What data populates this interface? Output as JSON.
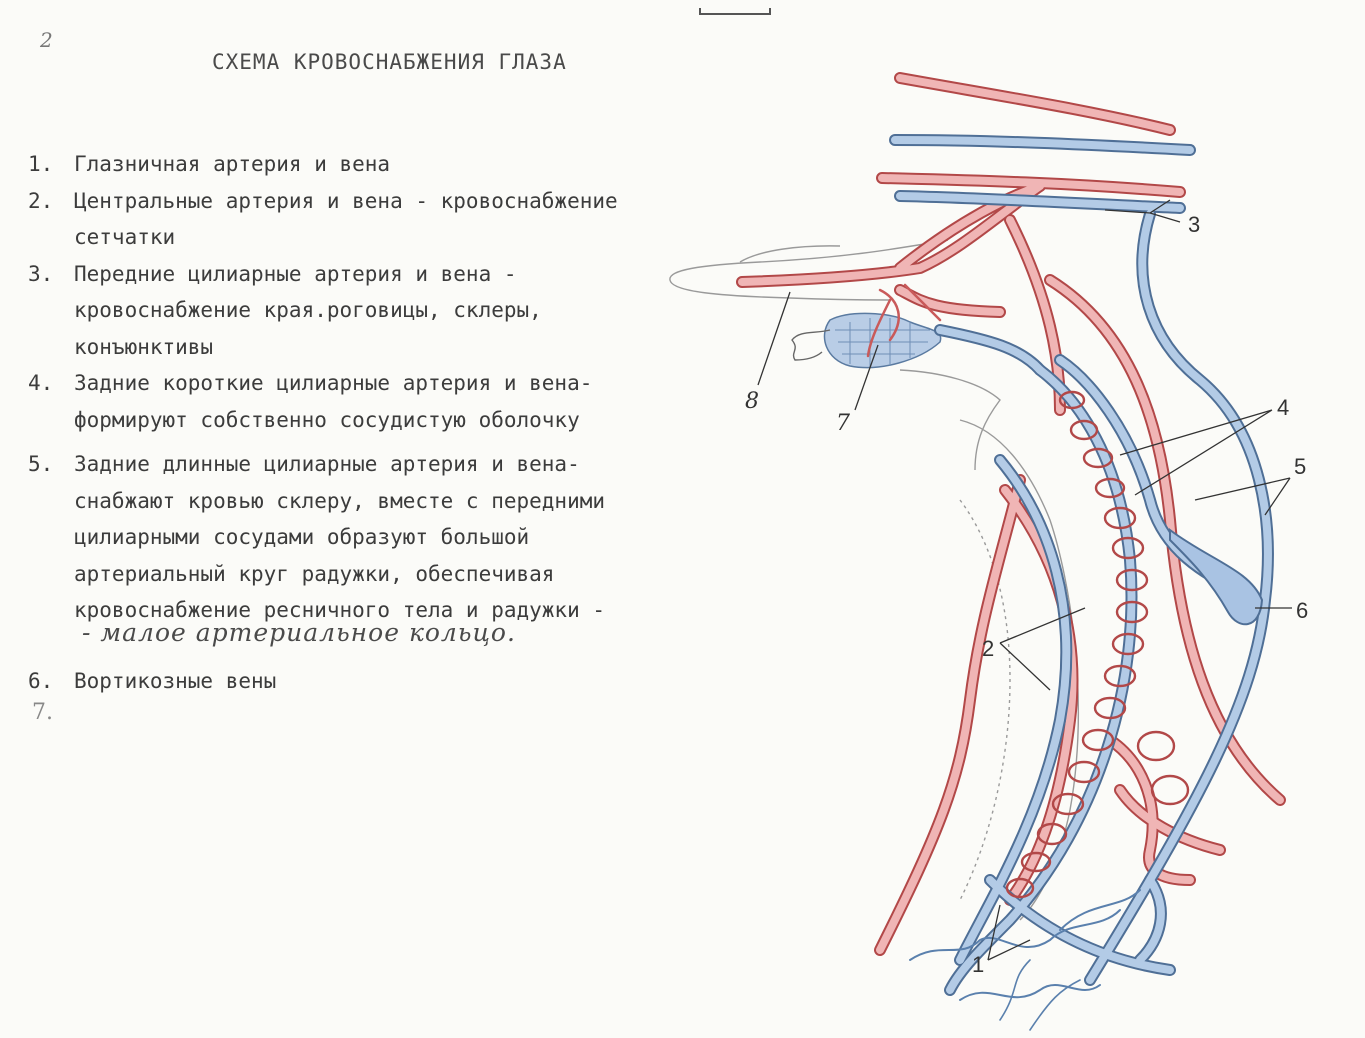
{
  "corner_mark": "2",
  "title": "СХЕМА КРОВОСНАБЖЕНИЯ ГЛАЗА",
  "legend": [
    {
      "num": "1.",
      "lines": [
        "Глазничная артерия и вена"
      ]
    },
    {
      "num": "2.",
      "lines": [
        "Центральные артерия и вена  - кровоснабжение",
        "сетчатки"
      ]
    },
    {
      "num": "3.",
      "lines": [
        "Передние цилиарные артерия и вена -",
        "кровоснабжение края.роговицы, склеры,",
        "конъюнктивы"
      ]
    },
    {
      "num": "4.",
      "lines": [
        "Задние короткие цилиарные артерия и вена-",
        "формируют собственно сосудистую оболочку"
      ]
    },
    {
      "num": "5.",
      "lines": [
        "Задние длинные цилиарные артерия и вена-",
        "снабжают кровью склеру, вместе с передними",
        "цилиарными сосудами  образуют большой",
        "артериальный круг радужки, обеспечивая",
        "кровоснабжение ресничного тела и радужки -"
      ]
    },
    {
      "num": "6.",
      "lines": [
        "Вортикозные вены"
      ]
    }
  ],
  "handwritten_note": "- малое артериальное кольцо.",
  "bottom_mark": "7.",
  "diagram_labels": {
    "l1": "1",
    "l2": "2",
    "l3": "3",
    "l4": "4",
    "l5": "5",
    "l6": "6",
    "l7": "7",
    "l8": "8"
  },
  "colors": {
    "artery": "#e89a9a",
    "artery_edge": "#b24848",
    "vein": "#9fbcdc",
    "vein_edge": "#4f6f96",
    "ink": "#333333"
  }
}
